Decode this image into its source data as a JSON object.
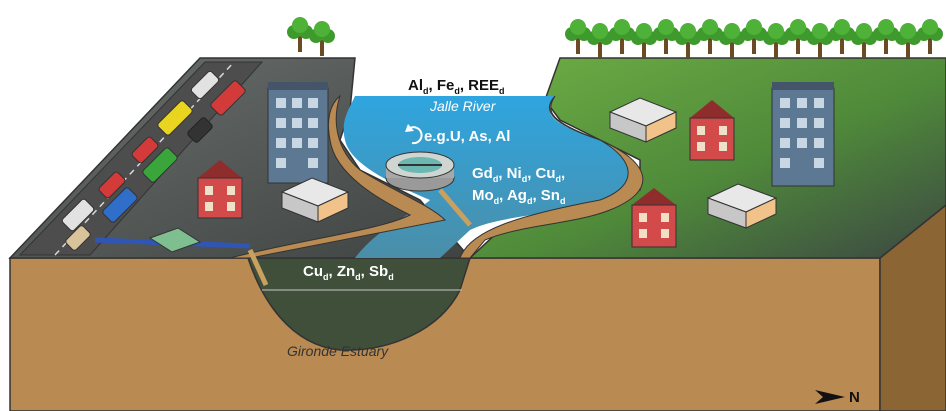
{
  "labels": {
    "top_left": {
      "parts": [
        {
          "t": "Al"
        },
        {
          "t": "d",
          "sub": true
        },
        {
          "t": ", Fe"
        },
        {
          "t": "d",
          "sub": true
        },
        {
          "t": ", REE"
        },
        {
          "t": "d",
          "sub": true
        }
      ]
    },
    "river_name": "Jalle River",
    "recycle_label": "e.g.U, As, Al",
    "mid_line1": {
      "parts": [
        {
          "t": "Gd"
        },
        {
          "t": "d",
          "sub": true
        },
        {
          "t": ", Ni"
        },
        {
          "t": "d",
          "sub": true
        },
        {
          "t": ", Cu"
        },
        {
          "t": "d",
          "sub": true
        },
        {
          "t": ","
        }
      ]
    },
    "mid_line2": {
      "parts": [
        {
          "t": "Mo"
        },
        {
          "t": "d",
          "sub": true
        },
        {
          "t": ", Ag"
        },
        {
          "t": "d",
          "sub": true
        },
        {
          "t": ", Sn"
        },
        {
          "t": "d",
          "sub": true
        }
      ]
    },
    "estuary_elements": {
      "parts": [
        {
          "t": "Cu"
        },
        {
          "t": "d",
          "sub": true
        },
        {
          "t": ", Zn"
        },
        {
          "t": "d",
          "sub": true
        },
        {
          "t": ", Sb"
        },
        {
          "t": "d",
          "sub": true
        }
      ]
    },
    "estuary_name": "Gironde Estuary",
    "north": "N"
  },
  "colors": {
    "ground": "#5a5f5f",
    "grass": "#5a9a3a",
    "soil": "#b98a52",
    "soil_dark": "#8c6535",
    "water": "#3aa9dd",
    "estuary": "#3f4f3a",
    "road": "#4a4a4a"
  },
  "icons": [
    "tree-icon",
    "building-icon",
    "house-icon",
    "car-icon",
    "treatment-plant-icon",
    "recycle-icon",
    "north-arrow-icon",
    "pipe-icon"
  ]
}
